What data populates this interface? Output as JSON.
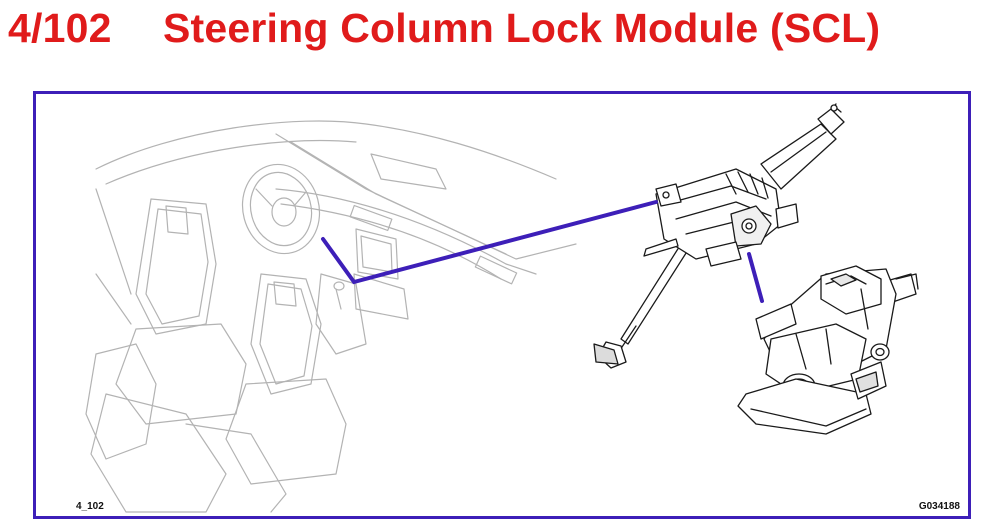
{
  "title": {
    "number": "4/102",
    "text": "Steering Column Lock Module (SCL)"
  },
  "figure": {
    "ref_left": "4_102",
    "ref_right": "G034188"
  },
  "colors": {
    "title": "#e01b1b",
    "frame": "#3d1fb8",
    "callout_line": "#3d1fb8",
    "interior_line": "#b3b3b3",
    "component_line": "#1a1a1a"
  },
  "icons": {
    "interior": "car-interior-illustration",
    "column": "steering-column-illustration",
    "lock_module": "steering-lock-module-illustration"
  }
}
